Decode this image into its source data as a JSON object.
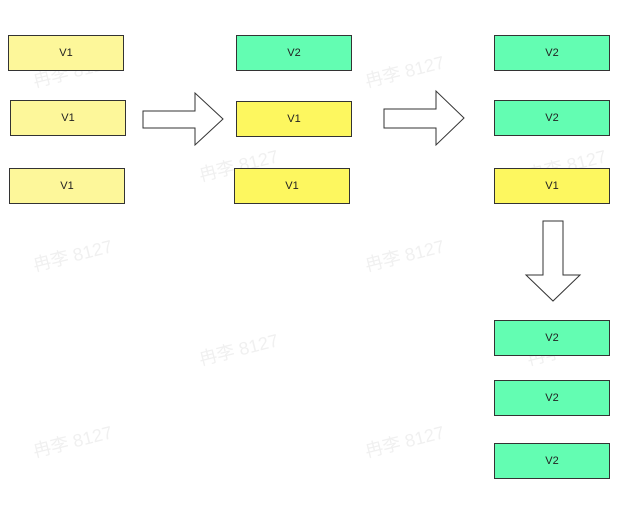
{
  "colors": {
    "v1_pale": "#fdf79a",
    "v1_bright": "#fdf75f",
    "v2": "#63fdb2",
    "stroke": "#333333",
    "arrow_fill": "#ffffff"
  },
  "watermark": "冉李 8127",
  "boxes": {
    "stage1": [
      "V1",
      "V1",
      "V1"
    ],
    "stage2": [
      "V2",
      "V1",
      "V1"
    ],
    "stage3": [
      "V2",
      "V2",
      "V1"
    ],
    "stage4": [
      "V2",
      "V2",
      "V2"
    ]
  }
}
